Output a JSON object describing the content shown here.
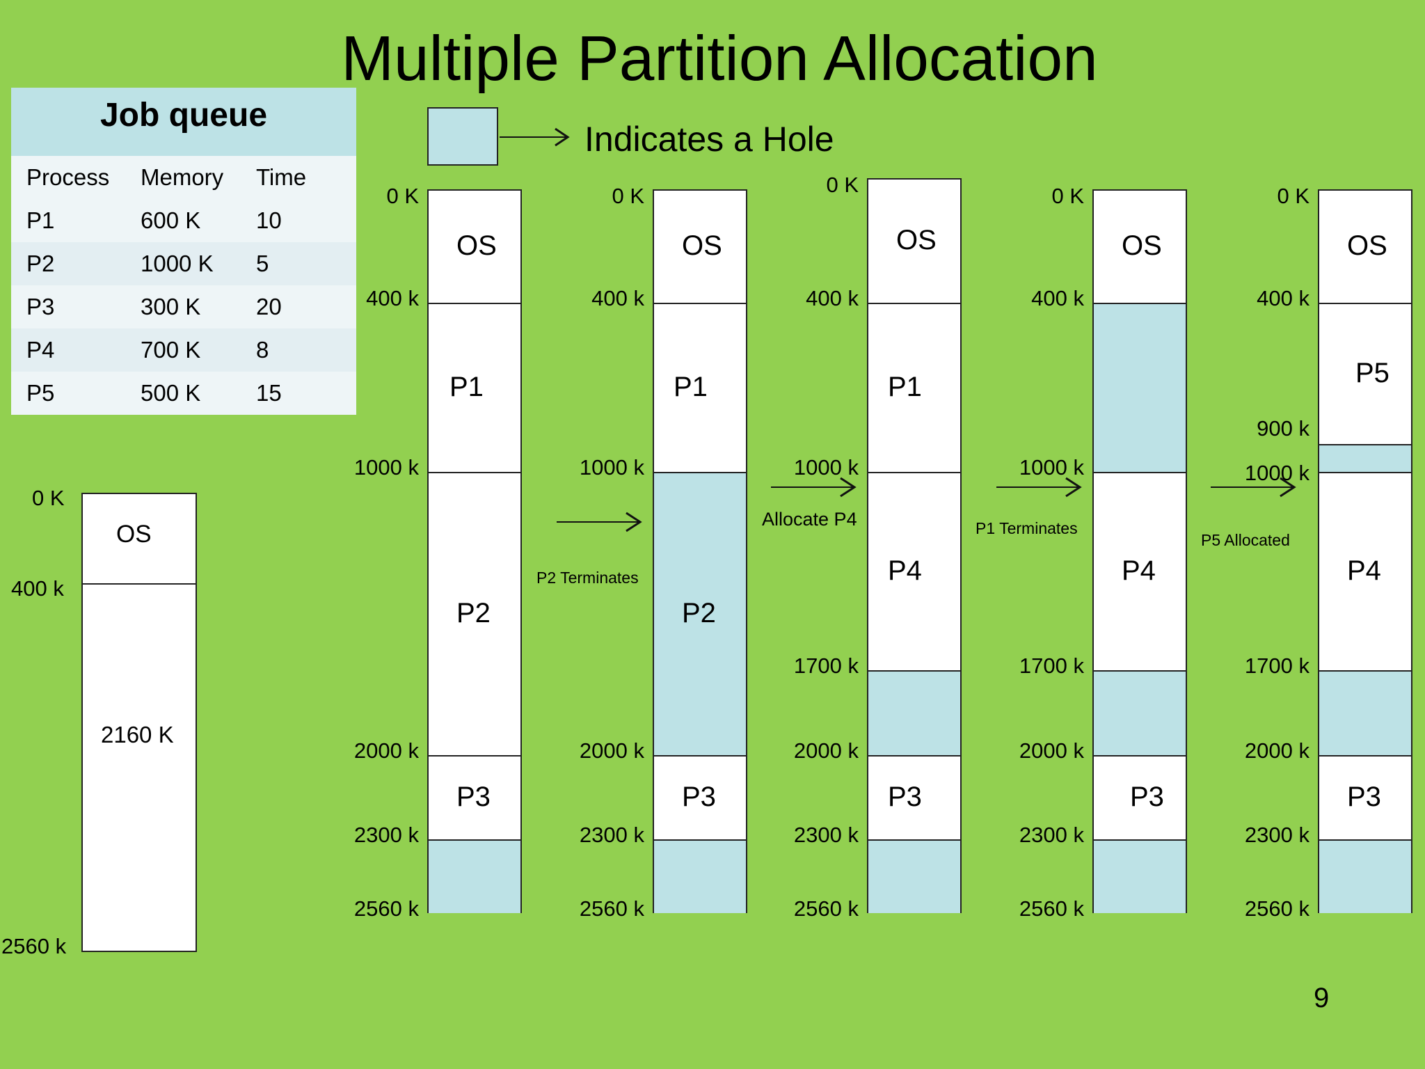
{
  "title": "Multiple Partition Allocation",
  "job_queue": {
    "title": "Job queue",
    "headers": [
      "Process",
      "Memory",
      "Time"
    ],
    "rows": [
      [
        "P1",
        "600 K",
        "10"
      ],
      [
        "P2",
        "1000 K",
        "5"
      ],
      [
        "P3",
        "300 K",
        "20"
      ],
      [
        "P4",
        "700 K",
        "8"
      ],
      [
        "P5",
        "500 K",
        "15"
      ]
    ]
  },
  "legend": {
    "text": "Indicates a Hole",
    "hole_color": "#bde2e6"
  },
  "initial_memory": {
    "start": "0 K",
    "os_end": "400 k",
    "end": "2560 k",
    "os_label": "OS",
    "free_label": "2160 K"
  },
  "stage_labels": [
    "P2 Terminates",
    "Allocate P4",
    "P1 Terminates",
    "P5 Allocated"
  ],
  "columns": [
    {
      "segments": [
        {
          "start": 0,
          "end": 400,
          "label": "OS",
          "hole": false
        },
        {
          "start": 400,
          "end": 1000,
          "label": "P1",
          "hole": false
        },
        {
          "start": 1000,
          "end": 2000,
          "label": "P2",
          "hole": false
        },
        {
          "start": 2000,
          "end": 2300,
          "label": "P3",
          "hole": false
        },
        {
          "start": 2300,
          "end": 2560,
          "label": "",
          "hole": true
        }
      ],
      "addresses": [
        "0 K",
        "400 k",
        "1000 k",
        "2000 k",
        "2300 k",
        "2560 k"
      ]
    },
    {
      "segments": [
        {
          "start": 0,
          "end": 400,
          "label": "OS",
          "hole": false
        },
        {
          "start": 400,
          "end": 1000,
          "label": "P1",
          "hole": false
        },
        {
          "start": 1000,
          "end": 2000,
          "label": "P2",
          "hole": true
        },
        {
          "start": 2000,
          "end": 2300,
          "label": "P3",
          "hole": false
        },
        {
          "start": 2300,
          "end": 2560,
          "label": "",
          "hole": true
        }
      ],
      "addresses": [
        "0 K",
        "400 k",
        "1000 k",
        "2000 k",
        "2300 k",
        "2560 k"
      ]
    },
    {
      "segments": [
        {
          "start": 0,
          "end": 400,
          "label": "OS",
          "hole": false
        },
        {
          "start": 400,
          "end": 1000,
          "label": "P1",
          "hole": false
        },
        {
          "start": 1000,
          "end": 1700,
          "label": "P4",
          "hole": false
        },
        {
          "start": 1700,
          "end": 2000,
          "label": "",
          "hole": true
        },
        {
          "start": 2000,
          "end": 2300,
          "label": "P3",
          "hole": false
        },
        {
          "start": 2300,
          "end": 2560,
          "label": "",
          "hole": true
        }
      ],
      "addresses": [
        "0 K",
        "400 k",
        "1000 k",
        "1700 k",
        "2000 k",
        "2300 k",
        "2560 k"
      ]
    },
    {
      "segments": [
        {
          "start": 0,
          "end": 400,
          "label": "OS",
          "hole": false
        },
        {
          "start": 400,
          "end": 1000,
          "label": "",
          "hole": true
        },
        {
          "start": 1000,
          "end": 1700,
          "label": "P4",
          "hole": false
        },
        {
          "start": 1700,
          "end": 2000,
          "label": "",
          "hole": true
        },
        {
          "start": 2000,
          "end": 2300,
          "label": "P3",
          "hole": false
        },
        {
          "start": 2300,
          "end": 2560,
          "label": "",
          "hole": true
        }
      ],
      "addresses": [
        "0 K",
        "400 k",
        "1000 k",
        "1700 k",
        "2000 k",
        "2300 k",
        "2560 k"
      ]
    },
    {
      "segments": [
        {
          "start": 0,
          "end": 400,
          "label": "OS",
          "hole": false
        },
        {
          "start": 400,
          "end": 900,
          "label": "P5",
          "hole": false
        },
        {
          "start": 900,
          "end": 1000,
          "label": "",
          "hole": true
        },
        {
          "start": 1000,
          "end": 1700,
          "label": "P4",
          "hole": false
        },
        {
          "start": 1700,
          "end": 2000,
          "label": "",
          "hole": true
        },
        {
          "start": 2000,
          "end": 2300,
          "label": "P3",
          "hole": false
        },
        {
          "start": 2300,
          "end": 2560,
          "label": "",
          "hole": true
        }
      ],
      "addresses": [
        "0 K",
        "400 k",
        "900 k",
        "1000 k",
        "1700 k",
        "2000 k",
        "2300 k",
        "2560 k"
      ]
    }
  ],
  "page_number": "9"
}
